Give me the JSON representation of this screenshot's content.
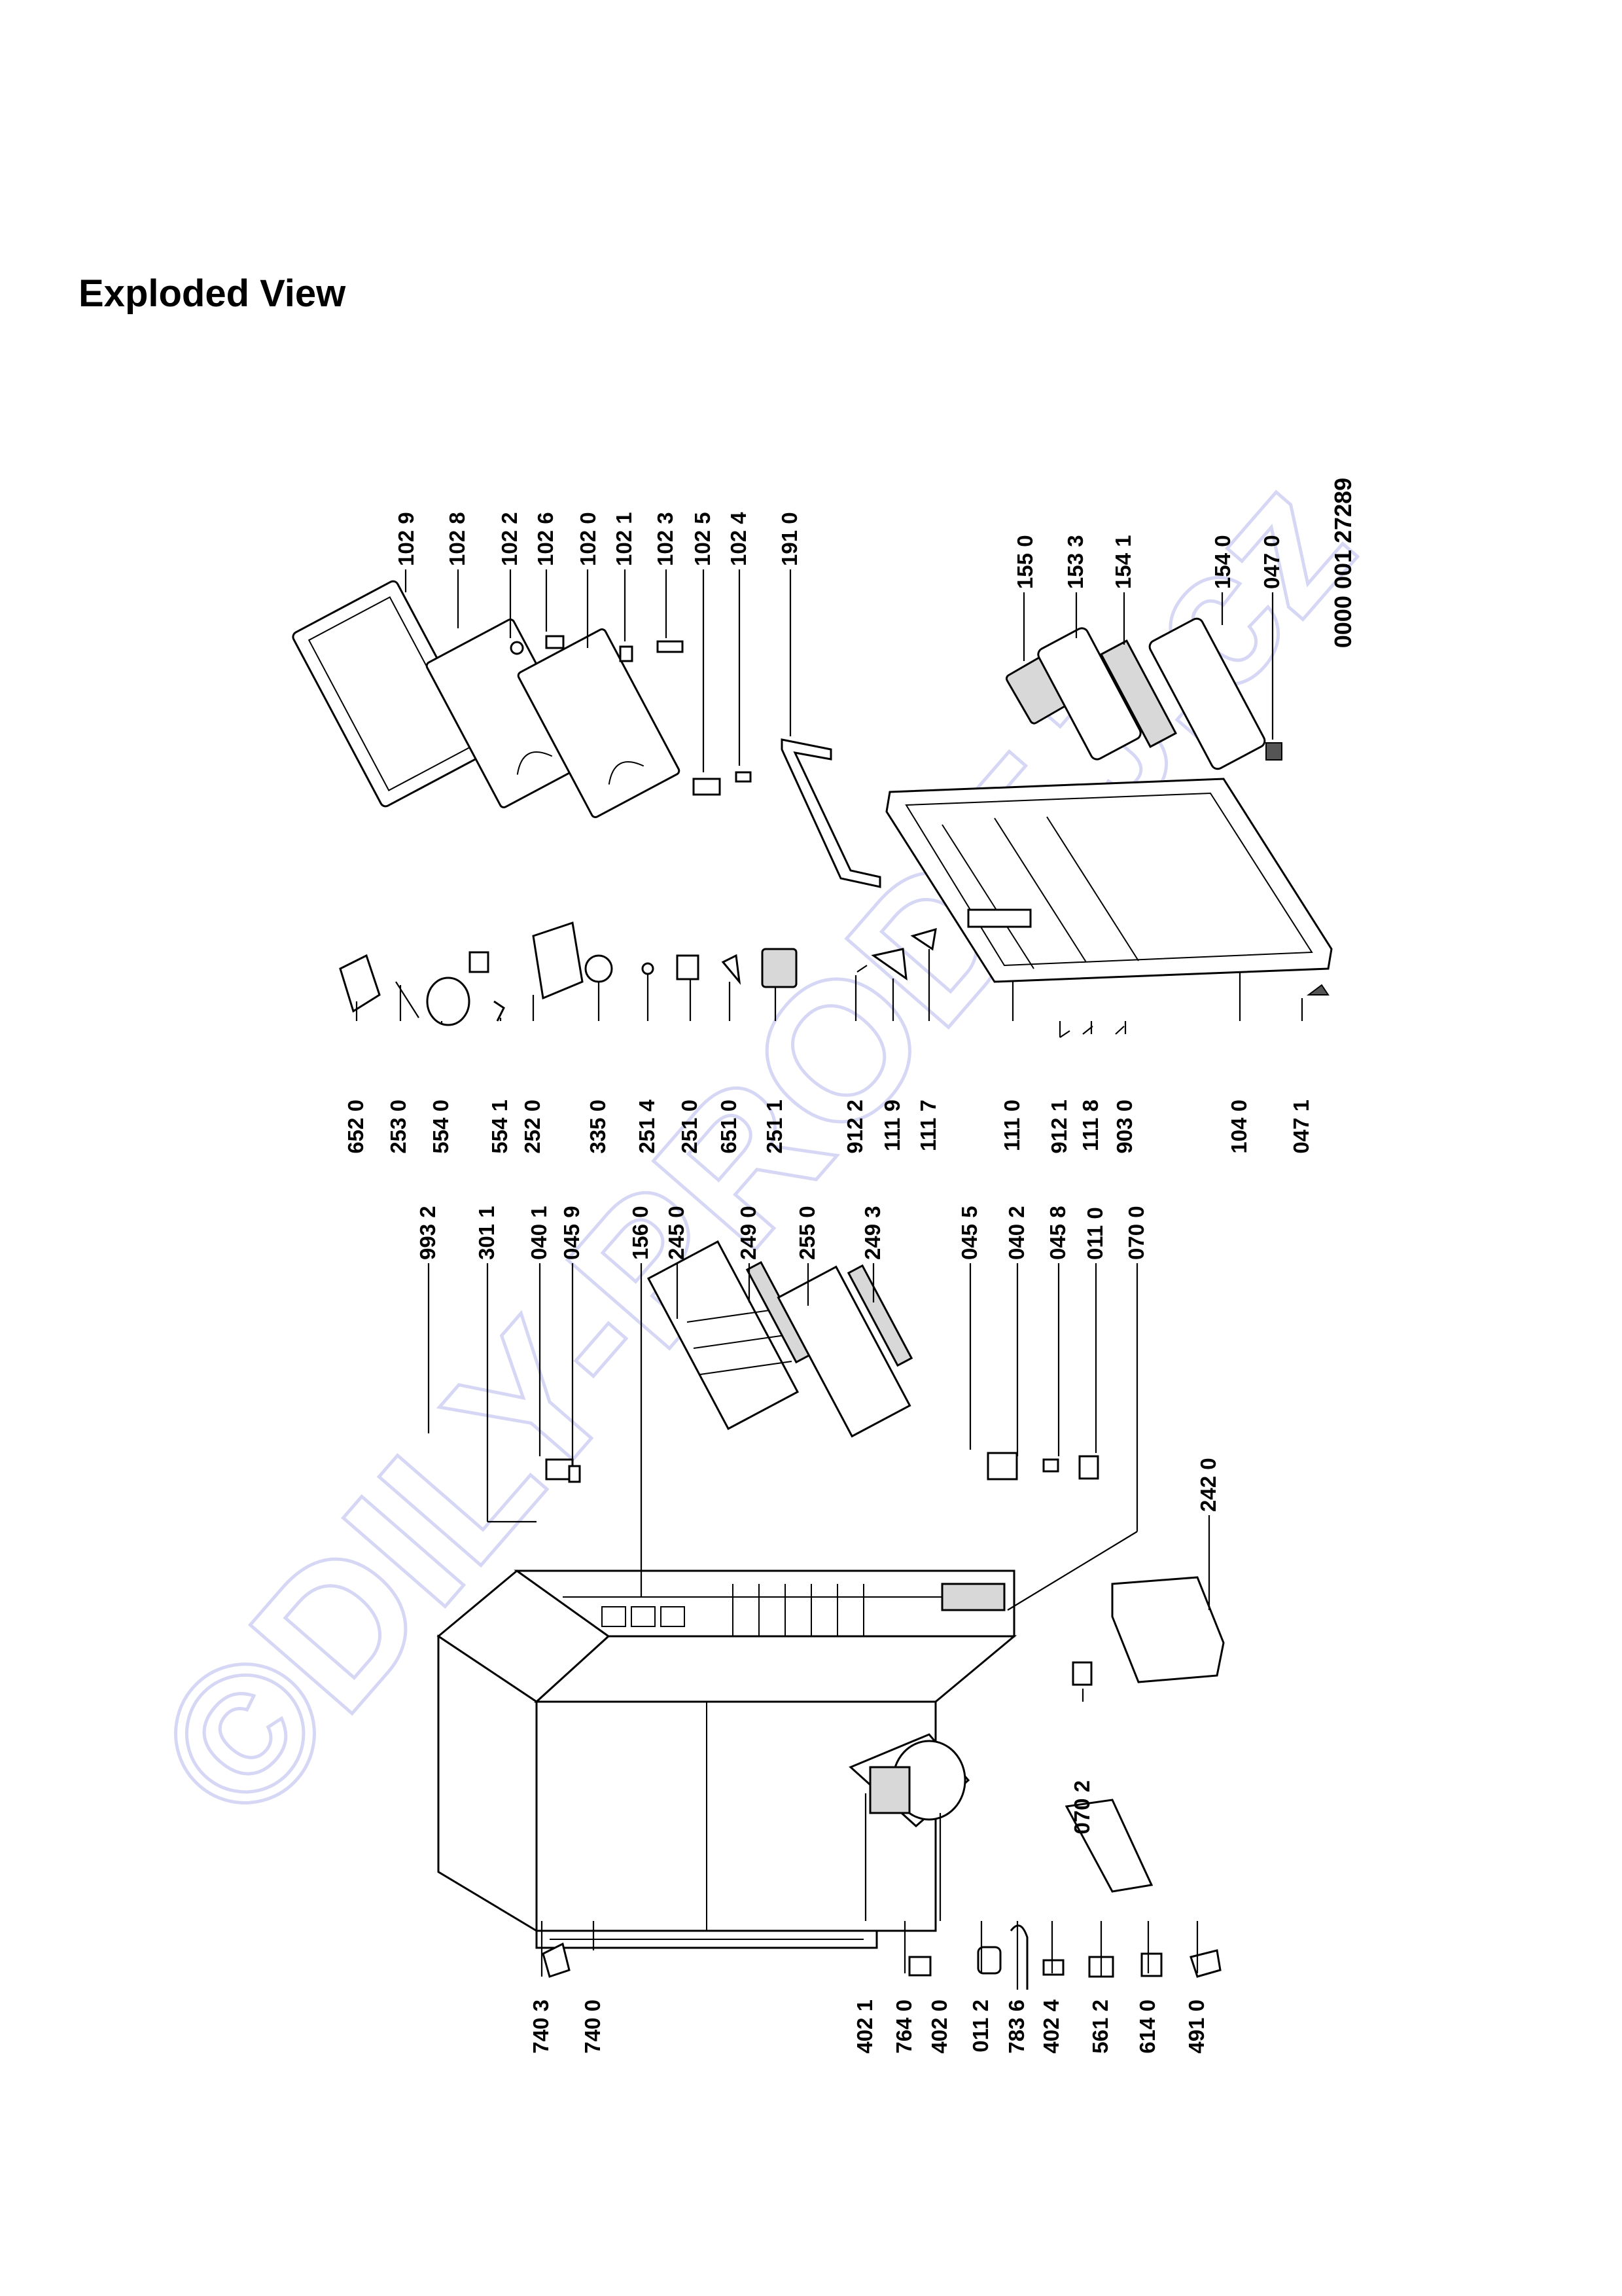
{
  "page": {
    "title": "Exploded View"
  },
  "document_number": "0000 001 27289",
  "watermark": "©DILY-PRODEJ.cz",
  "icons": {
    "watermark": "copyright-watermark-icon"
  },
  "parts_right": [
    "102 9",
    "102 8",
    "102 2",
    "102 6",
    "102 0",
    "102 1",
    "102 3",
    "102 5",
    "102 4",
    "191 0",
    "155 0",
    "153 3",
    "154 1",
    "154 0",
    "047 0"
  ],
  "parts_middle": [
    "652 0",
    "253 0",
    "554 0",
    "554 1",
    "252 0",
    "335 0",
    "251 4",
    "251 0",
    "651 0",
    "251 1",
    "912 2",
    "111 9",
    "111 7",
    "111 0",
    "912 1",
    "111 8",
    "903 0",
    "104 0",
    "047 1"
  ],
  "parts_cabinet_top": [
    "993 2",
    "301 1",
    "040 1",
    "045 9",
    "156 0",
    "245 0",
    "249 0",
    "255 0",
    "249 3",
    "045 5",
    "040 2",
    "045 8",
    "011 0",
    "070 0"
  ],
  "parts_cabinet_right": [
    "242 0",
    "070 2"
  ],
  "parts_bottom": [
    "740 3",
    "740 0",
    "402 1",
    "764 0",
    "402 0",
    "011 2",
    "783 6",
    "402 4",
    "561 2",
    "614 0",
    "491 0"
  ]
}
